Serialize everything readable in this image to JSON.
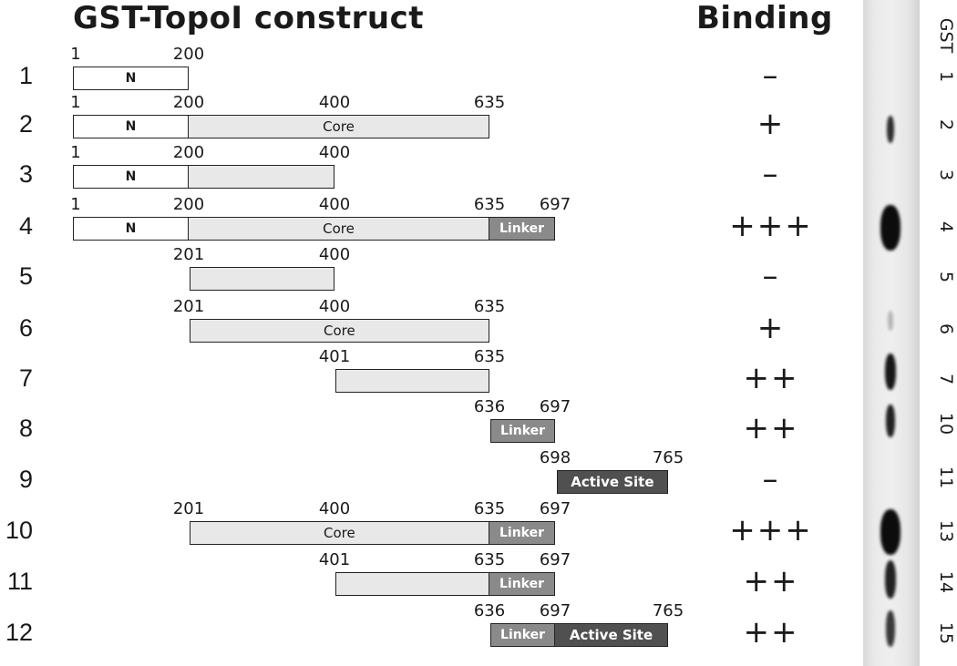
{
  "title": "GST-TopoI construct",
  "binding_header": "Binding",
  "domain_labels": {
    "n": "N",
    "core": "Core",
    "linker": "Linker",
    "active": "Active Site"
  },
  "constructs": [
    {
      "number": "1",
      "positions": [
        "1",
        "200"
      ],
      "segments": [
        [
          "n",
          1,
          200,
          "N"
        ]
      ],
      "binding": "–"
    },
    {
      "number": "2",
      "positions": [
        "1",
        "200",
        "400",
        "635"
      ],
      "segments": [
        [
          "n",
          1,
          200,
          "N"
        ],
        [
          "core",
          200,
          635,
          "Core"
        ]
      ],
      "binding": "+"
    },
    {
      "number": "3",
      "positions": [
        "1",
        "200",
        "400"
      ],
      "segments": [
        [
          "n",
          1,
          200,
          "N"
        ],
        [
          "core",
          200,
          400,
          ""
        ]
      ],
      "binding": "–"
    },
    {
      "number": "4",
      "positions": [
        "1",
        "200",
        "400",
        "635",
        "697"
      ],
      "segments": [
        [
          "n",
          1,
          200,
          "N"
        ],
        [
          "core",
          200,
          635,
          "Core"
        ],
        [
          "linker",
          635,
          697,
          "Linker"
        ]
      ],
      "binding": "+++"
    },
    {
      "number": "5",
      "positions": [
        "201",
        "400"
      ],
      "segments": [
        [
          "core",
          201,
          400,
          ""
        ]
      ],
      "binding": "–"
    },
    {
      "number": "6",
      "positions": [
        "201",
        "400",
        "635"
      ],
      "segments": [
        [
          "core",
          201,
          635,
          "Core"
        ]
      ],
      "binding": "+"
    },
    {
      "number": "7",
      "positions": [
        "401",
        "635"
      ],
      "segments": [
        [
          "core",
          401,
          635,
          ""
        ]
      ],
      "binding": "++"
    },
    {
      "number": "8",
      "positions": [
        "636",
        "697"
      ],
      "segments": [
        [
          "linker",
          636,
          697,
          "Linker"
        ]
      ],
      "binding": "++"
    },
    {
      "number": "9",
      "positions": [
        "698",
        "765"
      ],
      "segments": [
        [
          "active",
          698,
          765,
          "Active Site"
        ]
      ],
      "binding": "–"
    },
    {
      "number": "10",
      "positions": [
        "201",
        "400",
        "635",
        "697"
      ],
      "segments": [
        [
          "core",
          201,
          635,
          "Core"
        ],
        [
          "linker",
          635,
          697,
          "Linker"
        ]
      ],
      "binding": "+++"
    },
    {
      "number": "11",
      "positions": [
        "401",
        "635",
        "697"
      ],
      "segments": [
        [
          "core",
          401,
          635,
          ""
        ],
        [
          "linker",
          635,
          697,
          "Linker"
        ]
      ],
      "binding": "++"
    },
    {
      "number": "12",
      "positions": [
        "636",
        "697",
        "765"
      ],
      "segments": [
        [
          "linker",
          636,
          697,
          "Linker"
        ],
        [
          "active",
          697,
          765,
          "Active Site"
        ]
      ],
      "binding": "++"
    }
  ],
  "gel": {
    "lanes": [
      "GST",
      "1",
      "2",
      "3",
      "4",
      "5",
      "6",
      "7",
      "10",
      "11",
      "13",
      "14",
      "15"
    ]
  },
  "colors": {
    "n": "#ffffff",
    "core": "#e8e8e8",
    "linker": "#8a8a8a",
    "active": "#505050",
    "band": "#0c0c0c"
  }
}
